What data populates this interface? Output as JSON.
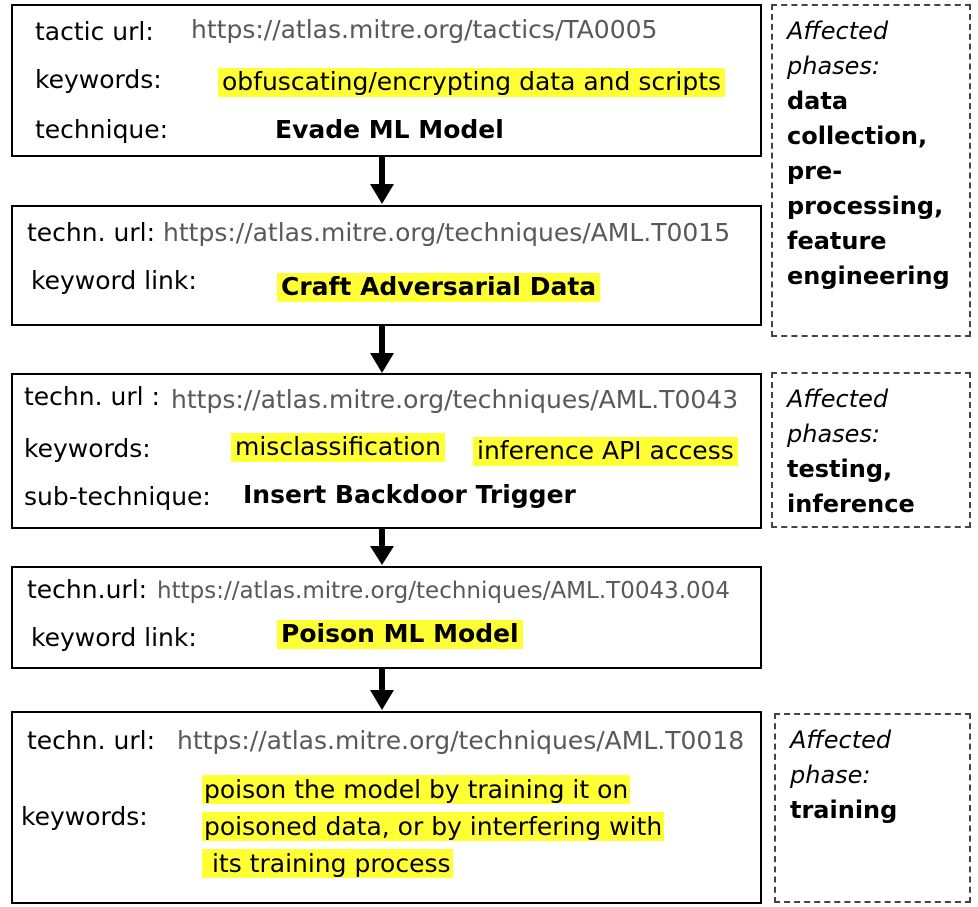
{
  "box1": {
    "url_label": "tactic url:",
    "url": "https://atlas.mitre.org/tactics/TA0005",
    "keywords_label": "keywords:",
    "keyword": "obfuscating/encrypting  data and scripts",
    "technique_label": "technique:",
    "technique": "Evade ML Model"
  },
  "box2": {
    "url_label": "techn. url:",
    "url": "https://atlas.mitre.org/techniques/AML.T0015",
    "keyword_link_label": "keyword link:",
    "keyword_link": "Craft Adversarial Data"
  },
  "box3": {
    "url_label": "techn. url :",
    "url": "https://atlas.mitre.org/techniques/AML.T0043",
    "keywords_label": "keywords:",
    "keyword_1": "misclassification",
    "keyword_2": "inference  API access",
    "subtechnique_label": "sub-technique:",
    "subtechnique": "Insert Backdoor Trigger"
  },
  "box4": {
    "url_label": "techn.url:",
    "url": "https://atlas.mitre.org/techniques/AML.T0043.004",
    "keyword_link_label": "keyword link:",
    "keyword_link": "Poison ML Model"
  },
  "box5": {
    "url_label": "techn. url:",
    "url": "https://atlas.mitre.org/techniques/AML.T0018",
    "keywords_label": "keywords:",
    "keyword_lines": [
      "poison the model by training it on",
      "poisoned data, or by interfering with",
      " its training process"
    ]
  },
  "aside1": {
    "title_lines": [
      "Affected",
      "phases:"
    ],
    "value_lines": [
      "data",
      "collection,",
      "pre-",
      "processing,",
      "feature",
      "engineering"
    ]
  },
  "aside2": {
    "title_lines": [
      "Affected",
      "phases:"
    ],
    "value_lines": [
      "testing,",
      "inference"
    ]
  },
  "aside3": {
    "title_lines": [
      "Affected",
      "phase:"
    ],
    "value_lines": [
      "training"
    ]
  },
  "colors": {
    "highlight": "#ffff33",
    "url_text": "#595959",
    "border": "#000000"
  }
}
